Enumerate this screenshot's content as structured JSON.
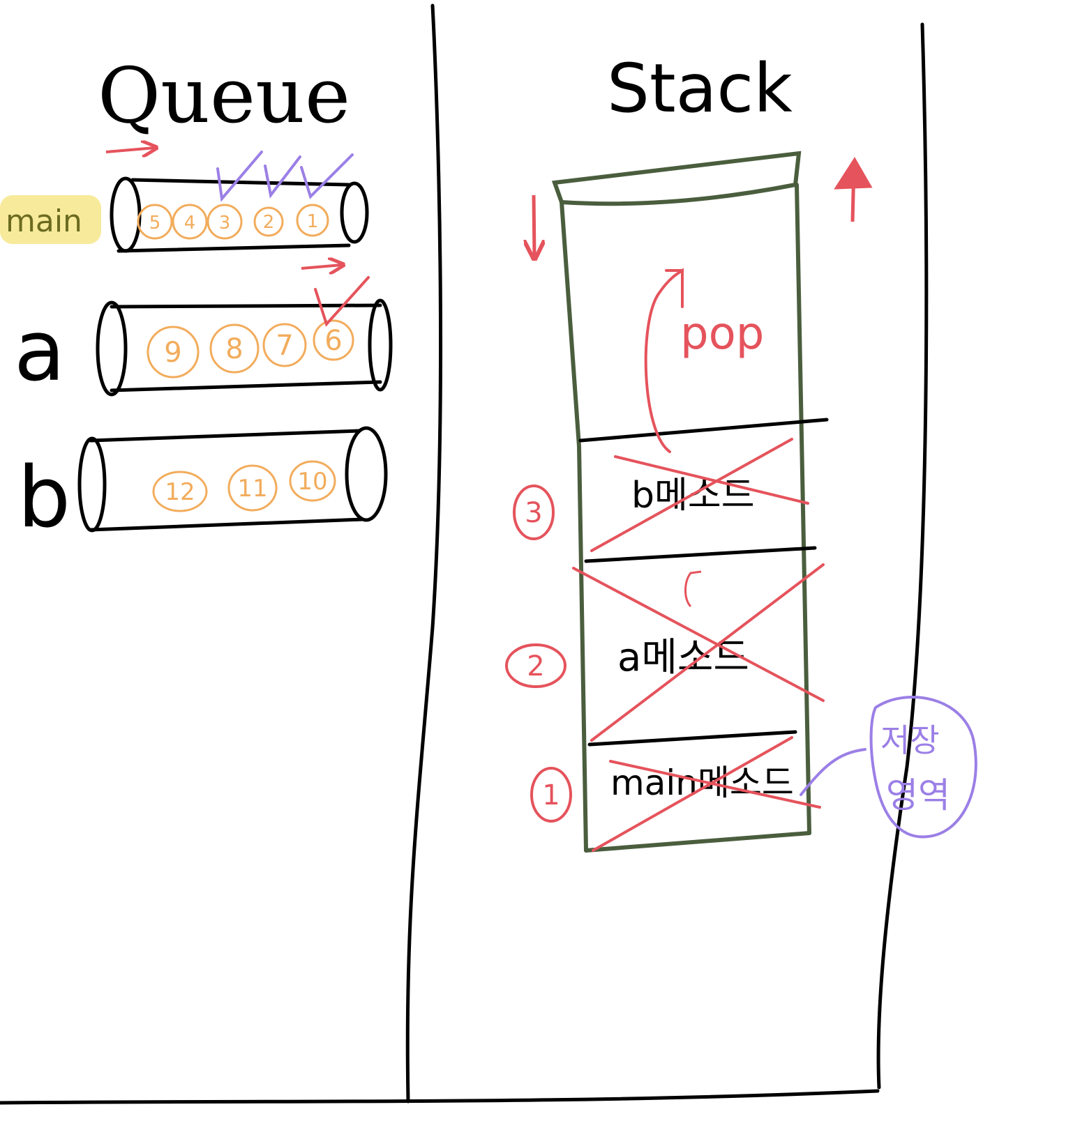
{
  "queue_section": {
    "title": "Queue",
    "queues": [
      {
        "label": "main",
        "items": [
          "5",
          "4",
          "3",
          "2",
          "1"
        ],
        "checked_items": [
          "3",
          "2",
          "1"
        ]
      },
      {
        "label": "a",
        "items": [
          "9",
          "8",
          "7",
          "6"
        ],
        "checked_items": [
          "6"
        ]
      },
      {
        "label": "b",
        "items": [
          "12",
          "11",
          "10"
        ],
        "checked_items": []
      }
    ]
  },
  "stack_section": {
    "title": "Stack",
    "pop_label": "pop",
    "frames": [
      {
        "order": "3",
        "label": "b메소드",
        "crossed_out": true
      },
      {
        "order": "2",
        "label": "a메소드",
        "crossed_out": true
      },
      {
        "order": "1",
        "label": "main메소드",
        "crossed_out": true
      }
    ],
    "storage_note": [
      "저장",
      "영역"
    ]
  },
  "colors": {
    "ink": "#000000",
    "red": "#e5535c",
    "orange": "#f2ac5c",
    "purple": "#9b7fe6",
    "stack_outline": "#4a5e3e",
    "highlight": "#f7ea9a"
  }
}
